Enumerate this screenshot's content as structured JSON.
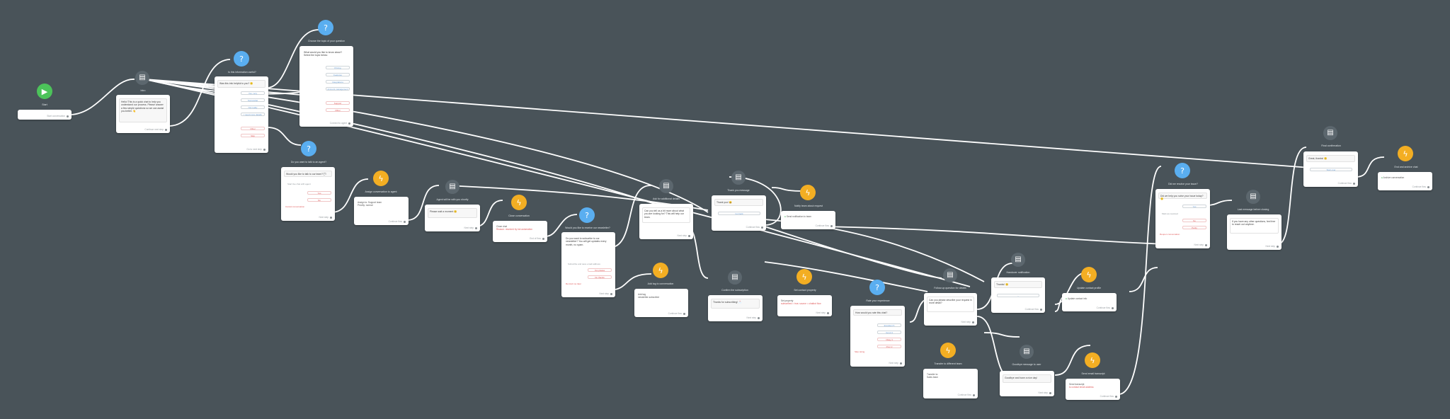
{
  "nodes": {
    "start": {
      "title": "Start",
      "footer": "Start conversation"
    },
    "m1": {
      "title": "Intro",
      "text": "Hello! This is a quick chat to help you understand our process. Please answer a few simple questions so we can assist you better. 👋",
      "footer": "Continue next step"
    },
    "q1": {
      "title": "Is this information useful?",
      "prompt": "Was this info helpful to you? 🙂",
      "options": [
        "Yes, very",
        "Somewhat",
        "Not really",
        "I need more details",
        "Other",
        "Skip"
      ],
      "footer": "Go to next step"
    },
    "q2": {
      "title": "Choose the topic of your question",
      "prompt": "What would you like to know about? Select the topic below:",
      "options": [
        "Pricing",
        "Features",
        "Integrations",
        "Account management",
        "Support",
        "Other"
      ],
      "footer": "Connect to agent"
    },
    "q3": {
      "title": "Do you want to talk to an agent?",
      "prompt": "Would you like to talk to our team? 💬",
      "sub1": "Start live chat with agent",
      "options": [
        "Yes",
        "No"
      ],
      "sub2": "Cancel conversation",
      "footer": "Next step"
    },
    "a1": {
      "title": "Assign conversation to agent",
      "text": "Assign to: Support team",
      "text2": "Priority: normal",
      "footer": "Continue flow"
    },
    "m2": {
      "title": "Agent will be with you shortly",
      "text": "Please wait a moment 😊",
      "footer": "Next step"
    },
    "a2": {
      "title": "Close conversation",
      "text": "Close chat",
      "text2": "Reason: resolved by bot automation",
      "footer": "End of flow"
    },
    "q4": {
      "title": "Would you like to receive our newsletter?",
      "prompt": "Do you want to subscribe to our newsletter? You will get updates every month, no spam.",
      "sub1": "Subscribe and save email address",
      "options": [
        "Yes please",
        "No thanks"
      ],
      "sub2": "Remind me later",
      "footer": "Next step"
    },
    "a3": {
      "title": "Add tag to conversation",
      "text": "Add tag",
      "text2": "newsletter-subscriber",
      "footer": "Continue flow"
    },
    "m3": {
      "title": "Confirm the subscription",
      "text": "Thanks for subscribing! 📩",
      "footer": "Next step"
    },
    "a4": {
      "title": "Set contact property",
      "text": "Set property",
      "text2": "subscribed = true; source = chatbot flow",
      "footer": "Next step"
    },
    "m4": {
      "title": "Ask for additional details",
      "text": "Can you tell us a bit more about what you are looking for? This will help our team.",
      "footer": "Next step"
    },
    "m5": {
      "title": "Thank you message",
      "text": "Thank you! 😀",
      "opt": "Go back",
      "footer": "Continue flow"
    },
    "a5": {
      "title": "Notify team about request",
      "text": "Send notification to team",
      "footer": "Continue flow"
    },
    "q5": {
      "title": "Rate your experience",
      "prompt": "How would you rate this chat?",
      "options": [
        "Excellent 5",
        "Good 4",
        "Okay 3",
        "Poor 2"
      ],
      "sub2": "Skip rating",
      "footer": "Next step"
    },
    "m6": {
      "title": "Follow-up question for details",
      "text": "Can you please describe your request in more detail?",
      "footer": "Next step"
    },
    "m7": {
      "title": "Handover notification",
      "text": "Thanks! 😊",
      "footer": "Continue flow"
    },
    "a6": {
      "title": "Update contact profile",
      "text": "Update contact info",
      "footer": "Continue flow"
    },
    "a7": {
      "title": "Transfer to different team",
      "text": "Transfer to:",
      "text2": "Sales team",
      "footer": "Continue flow"
    },
    "m8": {
      "title": "Goodbye message to user",
      "text": "Goodbye and have a nice day!",
      "footer": "Next step"
    },
    "a8": {
      "title": "Send email transcript",
      "text": "Send transcript",
      "text2": "to contact email address",
      "footer": "Continue flow"
    },
    "q6": {
      "title": "Did we resolve your issue?",
      "prompt": "Did we help you solve your issue today? 🙂",
      "opt1": "Yes",
      "sub1": "Mark as resolved",
      "options": [
        "No",
        "Partly"
      ],
      "sub2": "Reopen conversation",
      "footer": "Next step"
    },
    "m9": {
      "title": "Last message before closing",
      "text": "If you have any other questions, feel free to reach out anytime.",
      "footer": "Next step"
    },
    "m10": {
      "title": "Final confirmation",
      "text": "Great, thanks! 😊",
      "opt": "Start over",
      "footer": "Continue flow"
    },
    "a9": {
      "title": "End and archive chat",
      "text": "Archive conversation",
      "footer": "Continue flow"
    }
  },
  "colors": {
    "background": "#495359",
    "start": "#4cc35a",
    "question": "#5aaef0",
    "message": "#5c676e",
    "action": "#f3ae23",
    "edge": "#ffffff"
  }
}
